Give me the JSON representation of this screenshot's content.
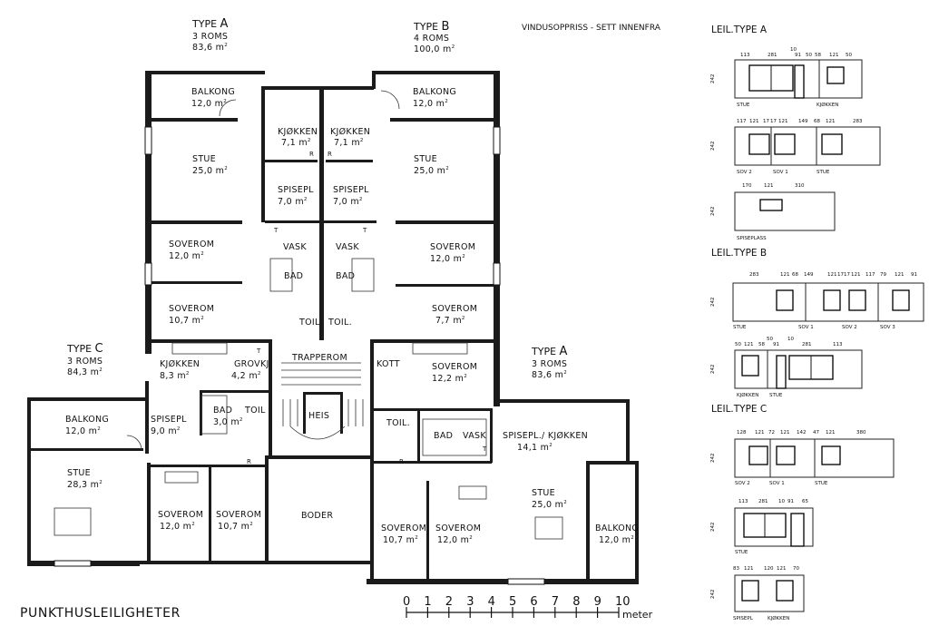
{
  "title": "PUNKTHUSLEILIGHETER",
  "scale_unit": "meter",
  "scale_ticks": [
    "0",
    "1",
    "2",
    "3",
    "4",
    "5",
    "6",
    "7",
    "8",
    "9",
    "10"
  ],
  "types": {
    "a_top": {
      "name": "TYPE",
      "letter": "A",
      "rooms": "3 ROMS",
      "area": "83,6 m",
      "sup": "2"
    },
    "b_top": {
      "name": "TYPE",
      "letter": "B",
      "rooms": "4 ROMS",
      "area": "100,0 m",
      "sup": "2"
    },
    "c_left": {
      "name": "TYPE",
      "letter": "C",
      "rooms": "3 ROMS",
      "area": "84,3 m",
      "sup": "2"
    },
    "a_right": {
      "name": "TYPE",
      "letter": "A",
      "rooms": "3 ROMS",
      "area": "83,6 m",
      "sup": "2"
    }
  },
  "rooms": {
    "balkong_a": {
      "name": "BALKONG",
      "area": "12,0 m"
    },
    "balkong_b": {
      "name": "BALKONG",
      "area": "12,0 m"
    },
    "kjokken_a": {
      "name": "KJØKKEN",
      "area": "7,1 m"
    },
    "kjokken_b": {
      "name": "KJØKKEN",
      "area": "7,1 m"
    },
    "stue_a": {
      "name": "STUE",
      "area": "25,0 m"
    },
    "stue_b": {
      "name": "STUE",
      "area": "25,0 m"
    },
    "spisepl_a": {
      "name": "SPISEPL",
      "area": "7,0 m"
    },
    "spisepl_b": {
      "name": "SPISEPL",
      "area": "7,0 m"
    },
    "soverom_a1": {
      "name": "SOVEROM",
      "area": "12,0 m"
    },
    "soverom_b1": {
      "name": "SOVEROM",
      "area": "12,0 m"
    },
    "vask_a": {
      "name": "VASK"
    },
    "vask_b": {
      "name": "VASK"
    },
    "bad_a": {
      "name": "BAD"
    },
    "bad_b": {
      "name": "BAD"
    },
    "soverom_a2": {
      "name": "SOVEROM",
      "area": "10,7 m"
    },
    "soverom_b2": {
      "name": "SOVEROM",
      "area": "7,7 m"
    },
    "toil_a": {
      "name": "TOIL."
    },
    "toil_b": {
      "name": "TOIL."
    },
    "trapperom": {
      "name": "TRAPPEROM"
    },
    "kjokken_c": {
      "name": "KJØKKEN",
      "area": "8,3 m"
    },
    "grovkj": {
      "name": "GROVKJ.",
      "area": "4,2 m"
    },
    "kott": {
      "name": "KOTT"
    },
    "soverom_b3": {
      "name": "SOVEROM",
      "area": "12,2 m"
    },
    "balkong_c": {
      "name": "BALKONG",
      "area": "12,0 m"
    },
    "spisepl_c": {
      "name": "SPISEPL",
      "area": "9,0 m"
    },
    "bad_c": {
      "name": "BAD",
      "area": "3,0 m"
    },
    "toil_c": {
      "name": "TOIL"
    },
    "heis": {
      "name": "HEIS"
    },
    "toil_r": {
      "name": "TOIL."
    },
    "bad_r": {
      "name": "BAD"
    },
    "vask_r": {
      "name": "VASK"
    },
    "spisepl_kjokken": {
      "name": "SPISEPL./ KJØKKEN",
      "area": "14,1 m"
    },
    "stue_c": {
      "name": "STUE",
      "area": "28,3 m"
    },
    "soverom_c1": {
      "name": "SOVEROM",
      "area": "12,0 m"
    },
    "soverom_c2": {
      "name": "SOVEROM",
      "area": "10,7 m"
    },
    "boder": {
      "name": "BODER"
    },
    "soverom_r1": {
      "name": "SOVEROM",
      "area": "10,7 m"
    },
    "soverom_r2": {
      "name": "SOVEROM",
      "area": "12,0 m"
    },
    "stue_r": {
      "name": "STUE",
      "area": "25,0 m"
    },
    "balkong_r": {
      "name": "BALKONG",
      "area": "12,0 m"
    }
  },
  "elevations": {
    "heading": "VINDUSOPPRISS - SETT INNENFRA",
    "leil_a": "LEIL.TYPE A",
    "leil_b": "LEIL.TYPE B",
    "leil_c": "LEIL.TYPE C",
    "a1": {
      "dims": [
        "113",
        "281",
        "10",
        "91",
        "50",
        "58",
        "121",
        "50"
      ],
      "labels": [
        "STUE",
        "KJØKKEN"
      ],
      "height": "242"
    },
    "a2": {
      "dims": [
        "117",
        "121",
        "17",
        "17",
        "121",
        "149",
        "68",
        "121",
        "283"
      ],
      "labels": [
        "SOV 2",
        "SOV 1",
        "STUE"
      ],
      "height": "242"
    },
    "a3": {
      "dims": [
        "170",
        "121",
        "310"
      ],
      "labels": [
        "SPISEPLASS"
      ],
      "height": "242"
    },
    "b1": {
      "dims": [
        "283",
        "121",
        "68",
        "149",
        "121",
        "17",
        "17",
        "121",
        "117",
        "79",
        "121",
        "91"
      ],
      "labels": [
        "STUE",
        "SOV 1",
        "SOV 2",
        "SOV 3"
      ],
      "height": "242"
    },
    "b2": {
      "dims": [
        "50",
        "121",
        "58",
        "50",
        "91",
        "10",
        "281",
        "113"
      ],
      "labels": [
        "KJØKKEN",
        "STUE"
      ],
      "height": "242"
    },
    "c1": {
      "dims": [
        "128",
        "121",
        "72",
        "121",
        "142",
        "47",
        "121",
        "380"
      ],
      "labels": [
        "SOV 2",
        "SOV 1",
        "STUE"
      ],
      "height": "242"
    },
    "c2": {
      "dims": [
        "113",
        "281",
        "10",
        "91",
        "65"
      ],
      "labels": [
        "STUE"
      ],
      "height": "242"
    },
    "c3": {
      "dims": [
        "83",
        "121",
        "120",
        "121",
        "70"
      ],
      "labels": [
        "SPISEPL",
        "KJØKKEN"
      ],
      "height": "242"
    }
  },
  "fixture_labels": {
    "t": "T",
    "r": "R"
  }
}
